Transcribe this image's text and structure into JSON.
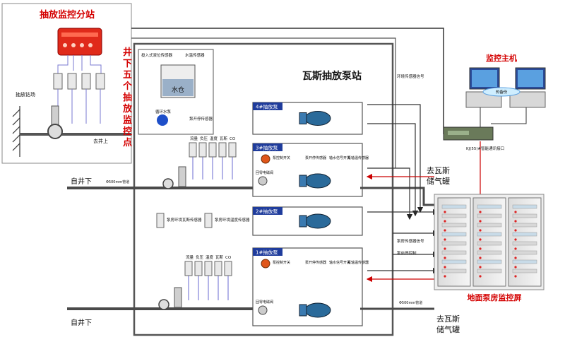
{
  "substation": {
    "title": "抽放监控分站",
    "side_label": "井下五个抽放监控点",
    "drainage_drill_label": "抽放钻场",
    "to_surface_label": "去井上"
  },
  "station": {
    "title": "瓦斯抽放泵站",
    "water_tank": {
      "input_sensor": "投入式液位传感器",
      "level_sensor": "水温传感器",
      "tank_label": "水仓",
      "circ_pump": "循环水泵",
      "pump_stop_sensor": "泵开停传感器"
    },
    "pipe_sensors_top": [
      "流量",
      "负压",
      "温度",
      "瓦斯",
      "CO"
    ],
    "pipe_sensors_bottom": [
      "流量",
      "负压",
      "温度",
      "瓦斯",
      "CO"
    ],
    "env_sensors": [
      "泵房环境瓦斯传感器",
      "泵房环境温度传感器"
    ],
    "pumps": [
      {
        "tag": "4#抽放泵"
      },
      {
        "tag": "3#抽放泵",
        "items": [
          "泵控制开关",
          "泵开停传感器",
          "轴水信号开关",
          "泵轴温传感器"
        ],
        "valve": "回零电磁阀"
      },
      {
        "tag": "2#抽放泵"
      },
      {
        "tag": "1#抽放泵",
        "items": [
          "泵控制开关",
          "泵开停传感器",
          "轴水信号开关",
          "泵轴温传感器"
        ],
        "valve": "回零电磁阀"
      }
    ]
  },
  "inlets": {
    "top": "自井下",
    "bottom": "自井下",
    "pipe_top": "Φ500mm管道",
    "pipe_bottom": "Φ500mm管道"
  },
  "outlets": {
    "top": [
      "去瓦斯",
      "储气罐"
    ],
    "bottom": [
      "去瓦斯",
      "储气罐"
    ]
  },
  "signals": {
    "env_sensor_signal": "环境传感器信号",
    "pump_sensor_signal": "泵房传感器信号",
    "pump_control": "泵启停控制",
    "comm_interface": "KJ(55)#智能通讯接口"
  },
  "monitor_host": {
    "title": "监控主机",
    "hot_backup": "热备份"
  },
  "control_panel": {
    "title": "地面泵房监控屏"
  }
}
